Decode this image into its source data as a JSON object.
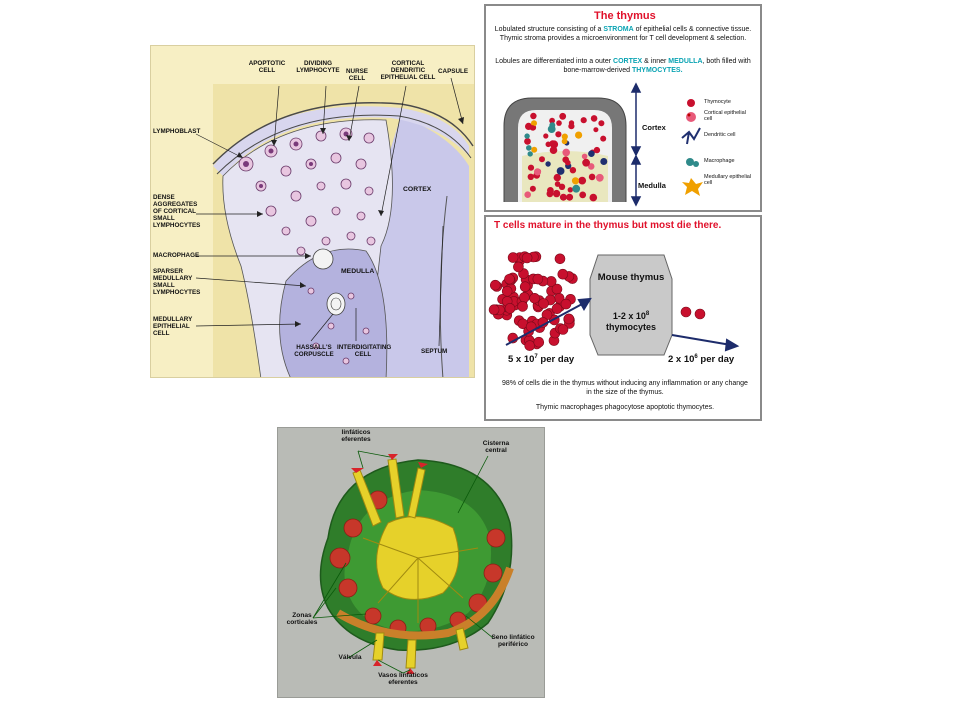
{
  "panel1": {
    "labels": {
      "apoptotic_cell": "APOPTOTIC CELL",
      "dividing_lymphocyte": "DIVIDING LYMPHOCYTE",
      "nurse_cell": "NURSE CELL",
      "cortical_dendritic": "CORTICAL DENDRITIC EPITHELIAL CELL",
      "capsule": "CAPSULE",
      "lymphoblast": "LYMPHOBLAST",
      "dense_aggregates": "DENSE AGGREGATES OF CORTICAL SMALL LYMPHOCYTES",
      "cortex": "CORTEX",
      "macrophage": "MACROPHAGE",
      "sparser": "SPARSER MEDULLARY SMALL LYMPHOCYTES",
      "medulla": "MEDULLA",
      "medullary_epithelial": "MEDULLARY EPITHELIAL CELL",
      "hassalls": "HASSALL'S CORPUSCLE",
      "interdigitating": "INTERDIGITATING CELL",
      "septum": "SEPTUM"
    }
  },
  "panel2": {
    "title": "The thymus",
    "p1_before": "Lobulated structure consisting of a ",
    "p1_stroma": "STROMA",
    "p1_after": " of epithelial cells & connective tissue. Thymic stroma provides a microenvironment for T cell development & selection.",
    "p2_before": "Lobules are differentiated into a outer ",
    "p2_cortex": "CORTEX",
    "p2_mid": " & inner ",
    "p2_medulla": "MEDULLA",
    "p2_after": ", both filled with bone-marrow-derived ",
    "p2_thymocytes": "THYMOCYTES.",
    "cortex_label": "Cortex",
    "medulla_label": "Medulla",
    "legend": {
      "thymocyte": "Thymocyte",
      "cortical_epithelial": "Cortical epithelial cell",
      "dendritic": "Dendritic cell",
      "macrophage": "Macrophage",
      "medullary_epithelial": "Medullary epithelial cell"
    }
  },
  "panel3": {
    "title": "T cells mature in the thymus but most die there.",
    "box_title": "Mouse thymus",
    "box_count_prefix": "1-2 x 10",
    "box_count_exp": "8",
    "box_count_unit": "thymocytes",
    "in_rate_prefix": "5 x 10",
    "in_rate_exp": "7",
    "in_rate_suffix": " per day",
    "out_rate_prefix": "2 x 10",
    "out_rate_exp": "6",
    "out_rate_suffix": " per day",
    "note1": "98% of cells die in the thymus without inducing any inflammation or any change in the size of the thymus.",
    "note2": "Thymic macrophages phagocytose apoptotic thymocytes."
  },
  "panel4": {
    "labels": {
      "linfaticos_eferentes_top": "linfáticos eferentes",
      "cisterna_central": "Cisterna central",
      "zonas_corticales": "Zonas corticales",
      "valvula": "Válvula",
      "vasos_linfaticos": "Vasos linfáticos eferentes",
      "seno_linfatico": "Seno linfático periférico"
    }
  },
  "colors": {
    "thymocyte_red": "#c8102e",
    "title_red": "#e0112b",
    "accent_cyan": "#0aa3b3",
    "arrow_navy": "#1d2c6b",
    "node_green": "#2f7d2a",
    "node_yellow": "#e6d12a",
    "panel1_bg": "#f7efc4",
    "cortex_lavender": "#c9c8ea"
  }
}
